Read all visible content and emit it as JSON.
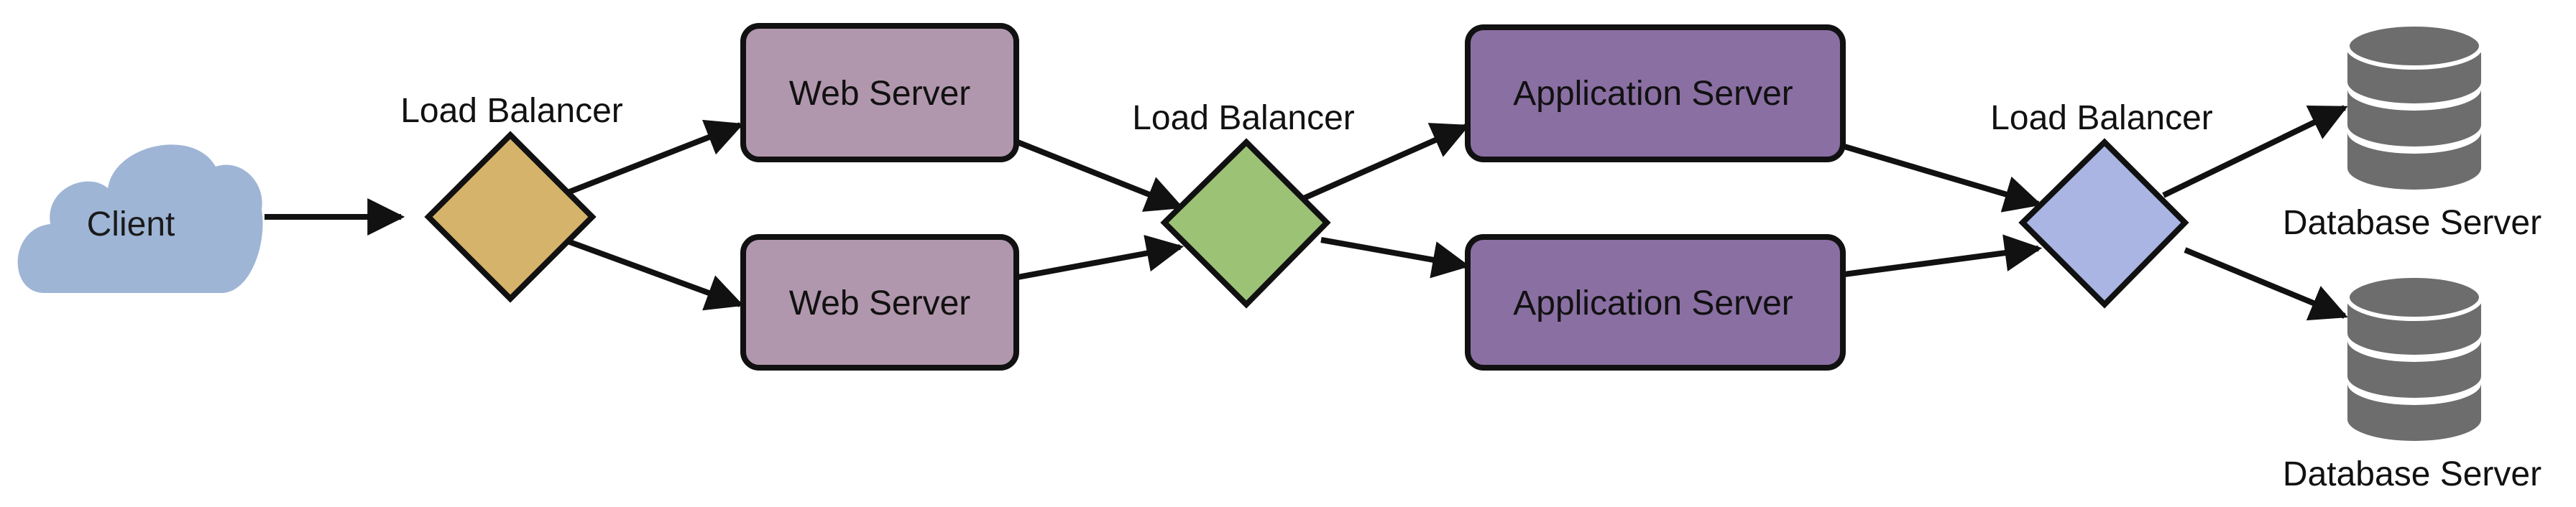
{
  "client": {
    "label": "Client",
    "color": "#9fb5d6"
  },
  "load_balancers": [
    {
      "label": "Load Balancer",
      "color": "#d6b36b"
    },
    {
      "label": "Load Balancer",
      "color": "#9cc276"
    },
    {
      "label": "Load Balancer",
      "color": "#aab5e3"
    }
  ],
  "web_servers": [
    {
      "label": "Web Server",
      "color": "#b197ad"
    },
    {
      "label": "Web Server",
      "color": "#b197ad"
    }
  ],
  "app_servers": [
    {
      "label": "Application Server",
      "color": "#8a6fa3"
    },
    {
      "label": "Application Server",
      "color": "#8a6fa3"
    }
  ],
  "database_servers": [
    {
      "label": "Database Server",
      "color": "#6d6d6d"
    },
    {
      "label": "Database Server",
      "color": "#6d6d6d"
    }
  ],
  "stroke_color": "#111111"
}
